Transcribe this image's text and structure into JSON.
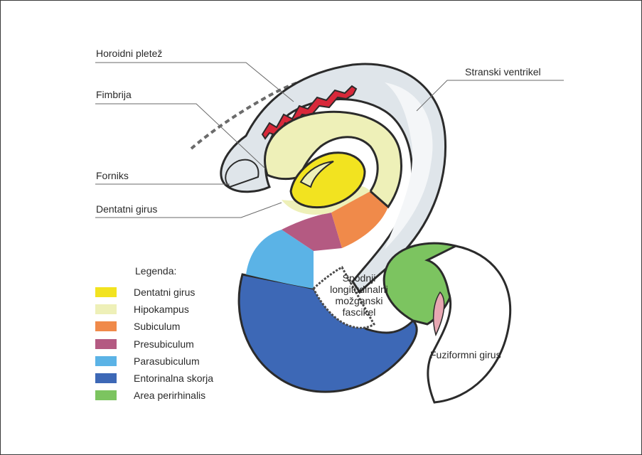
{
  "labels": {
    "horoidni": "Horoidni pletež",
    "fimbrija": "Fimbrija",
    "forniks": "Forniks",
    "dentatni": "Dentatni girus",
    "stranski": "Stranski ventrikel",
    "spodnji_lines": [
      "Spodnji",
      "longitudinalni",
      "možganski",
      "fascikel"
    ],
    "fuziformni": "Fuziformni girus"
  },
  "legend": {
    "title": "Legenda:",
    "items": [
      {
        "label": "Dentatni girus",
        "color": "#f2e320"
      },
      {
        "label": "Hipokampus",
        "color": "#eef0b8"
      },
      {
        "label": "Subiculum",
        "color": "#f08a4a"
      },
      {
        "label": "Presubiculum",
        "color": "#b45a82"
      },
      {
        "label": "Parasubiculum",
        "color": "#5bb3e6"
      },
      {
        "label": "Entorinalna skorja",
        "color": "#3d68b6"
      },
      {
        "label": "Area perirhinalis",
        "color": "#7cc460"
      }
    ]
  },
  "colors": {
    "choroid": "#d8283a",
    "ventricle": "#dfe5ea",
    "outline": "#2b2b2b"
  }
}
